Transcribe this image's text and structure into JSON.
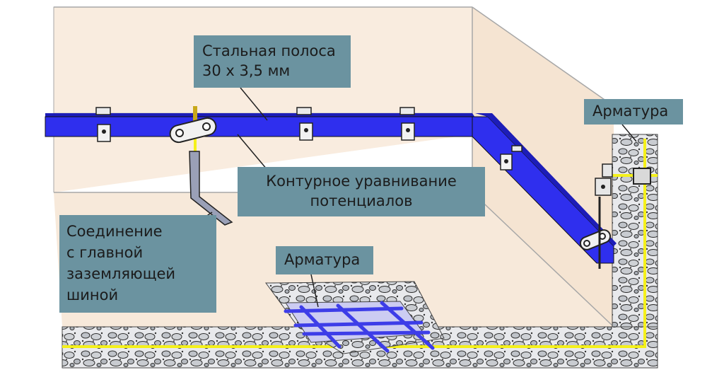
{
  "labels": {
    "steel_strip": [
      "Стальная полоса",
      "30 x 3,5 мм"
    ],
    "potential_equalization": [
      "Контурное уравнивание",
      "потенциалов"
    ],
    "main_ground_connection": [
      "Соединение",
      "с главной",
      "заземляющей",
      "шиной"
    ],
    "rebar_floor": "Арматура",
    "rebar_wall": "Арматура"
  },
  "colors": {
    "wall": "#f9ecdf",
    "floor": "#f6e7d7",
    "steel_strip": "#2f2fee",
    "steel_strip_dark": "#1d1db8",
    "label_bg": "#6b93a0",
    "rebar_floor": "#3d3de8",
    "rebar_yellow": "#f4f01a",
    "concrete": "#c8cbd0"
  }
}
